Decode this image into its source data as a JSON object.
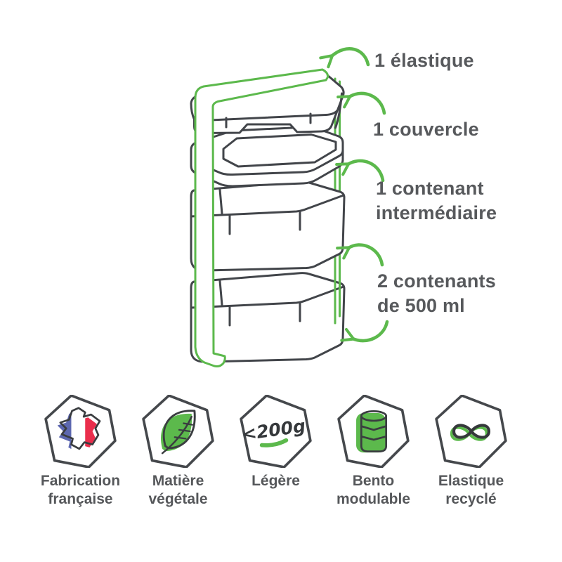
{
  "illustration": {
    "product": "bento-stack",
    "callouts": [
      {
        "line1": "1 élastique",
        "line2": ""
      },
      {
        "line1": "1 couvercle",
        "line2": ""
      },
      {
        "line1": "1 contenant",
        "line2": "intermédiaire"
      },
      {
        "line1": "2 contenants",
        "line2": "de 500 ml"
      }
    ]
  },
  "features": [
    {
      "icon": "france-map-icon",
      "line1": "Fabrication",
      "line2": "française"
    },
    {
      "icon": "leaf-icon",
      "line1": "Matière",
      "line2": "végétale"
    },
    {
      "icon": "weight-badge-icon",
      "badge": "<200g",
      "line1": "Légère",
      "line2": ""
    },
    {
      "icon": "bento-stack-icon",
      "line1": "Bento",
      "line2": "modulable"
    },
    {
      "icon": "infinity-icon",
      "line1": "Elastique",
      "line2": "recyclé"
    }
  ],
  "colors": {
    "accent_green": "#5cb94c",
    "line_dark": "#42454a",
    "text_gray": "#57595c",
    "flag_blue": "#5d68b0",
    "flag_red": "#ea2e4c"
  }
}
